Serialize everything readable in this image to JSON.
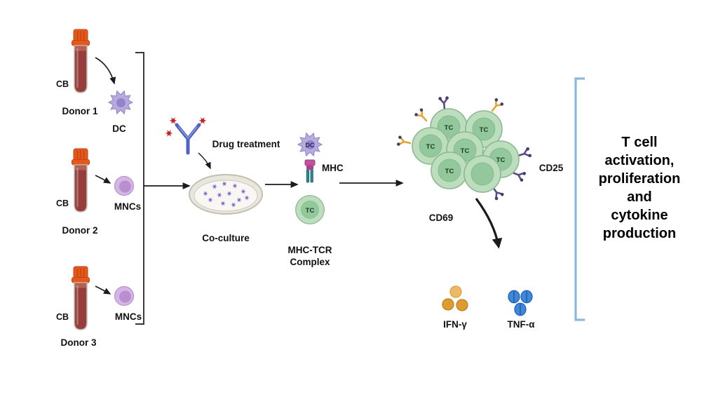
{
  "donors": [
    {
      "tube_label": "CB",
      "name": "Donor 1",
      "cell_label": "DC"
    },
    {
      "tube_label": "CB",
      "name": "Donor 2",
      "cell_label": "MNCs"
    },
    {
      "tube_label": "CB",
      "name": "Donor 3",
      "cell_label": "MNCs"
    }
  ],
  "treatment": {
    "label": "Drug treatment"
  },
  "culture": {
    "label": "Co-culture"
  },
  "complex": {
    "dc_label": "DC",
    "mhc_label": "MHC",
    "tc_label": "TC",
    "caption_line1": "MHC-TCR",
    "caption_line2": "Complex"
  },
  "cluster": {
    "cell_label": "TC",
    "marker_left": "CD69",
    "marker_right": "CD25"
  },
  "cytokines": [
    {
      "label": "IFN-γ"
    },
    {
      "label": "TNF-α"
    }
  ],
  "outcome": {
    "text": "T cell activation, proliferation and cytokine production",
    "lines": [
      "T cell",
      "activation,",
      "proliferation",
      "and",
      "cytokine",
      "production"
    ]
  },
  "colors": {
    "tube_cap_orange": "#e2581d",
    "blood_red": "#953e3e",
    "dc_purple": "#b7abdd",
    "mnc_purple": "#d4b5e3",
    "tcell_green": "#93c89d",
    "antibody_blue": "#5063c4",
    "drug_star_red": "#c81f1f",
    "mhc_pink": "#c4509e",
    "tcr_teal": "#2f8691",
    "ifn_orange": "#de9b2e",
    "tnf_blue": "#3f87d9",
    "bracket_blue": "#8cb8de",
    "receptor_orange": "#e2a438",
    "receptor_purple": "#5a4d86"
  }
}
